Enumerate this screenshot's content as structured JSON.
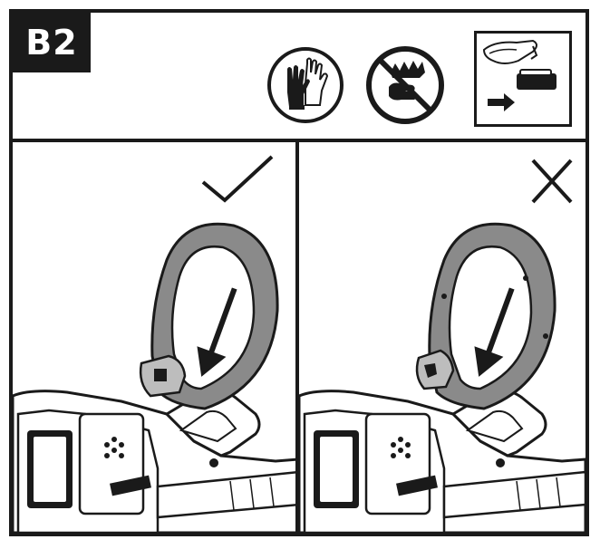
{
  "step": {
    "label": "B2"
  },
  "icons": {
    "gloves": "gloves-icon",
    "no_touch_blade": "no-touch-blade-icon",
    "remove_battery": "remove-battery-icon"
  },
  "panels": {
    "correct": {
      "mark_icon": "checkmark-icon",
      "arrow_number": "1"
    },
    "incorrect": {
      "mark_icon": "cross-icon",
      "arrow_number": "1"
    }
  },
  "colors": {
    "ink": "#1a1a1a",
    "handle_gray": "#8a8a8a",
    "light_gray": "#bdbdbd",
    "paper": "#ffffff"
  }
}
